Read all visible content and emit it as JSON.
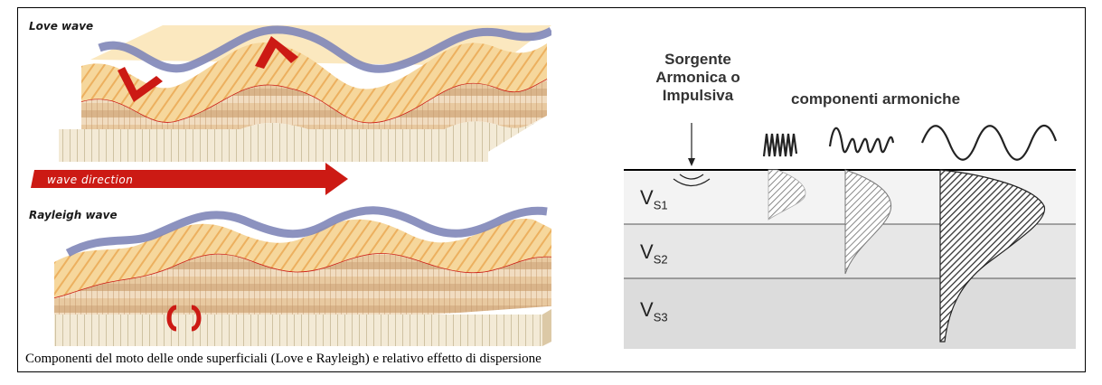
{
  "left": {
    "love_title": "Love wave",
    "direction_label": "wave direction",
    "rayleigh_title": "Rayleigh wave"
  },
  "right": {
    "source_line1": "Sorgente",
    "source_line2": "Armonica o",
    "source_line3": "Impulsiva",
    "components_title": "componenti armoniche",
    "layers": [
      {
        "sym": "V",
        "sub": "S1"
      },
      {
        "sym": "V",
        "sub": "S2"
      },
      {
        "sym": "V",
        "sub": "S3"
      }
    ]
  },
  "caption": "Componenti del moto delle onde superficiali (Love e Rayleigh) e relativo effetto di dispersione",
  "colors": {
    "ground_top": "#f6d79c",
    "ground_stripe": "#e9a046",
    "wave_band": "#7f86b8",
    "arrow_red": "#cc1a14",
    "layer_light": "#f2f2f2",
    "layer_mid": "#e4e4e4",
    "layer_dark": "#d8d8d8"
  }
}
